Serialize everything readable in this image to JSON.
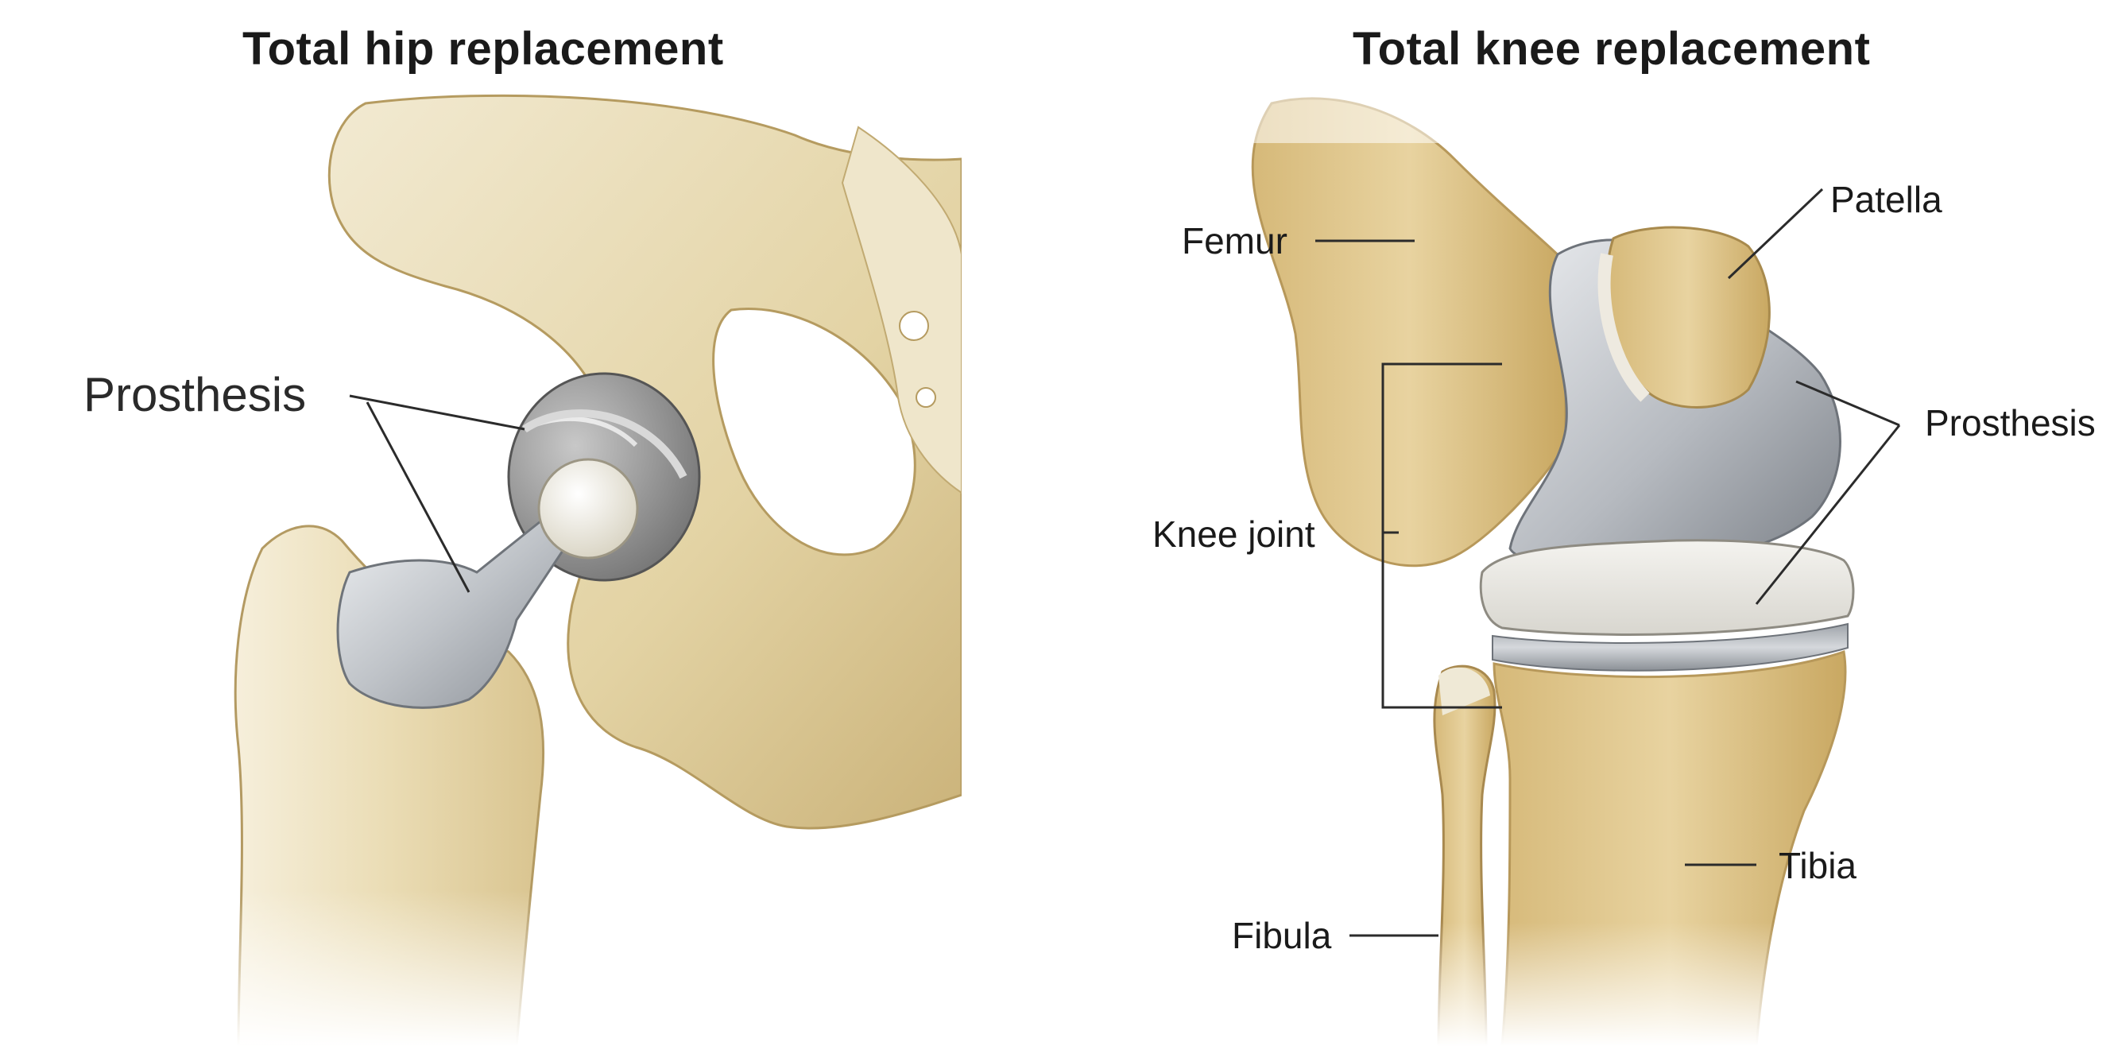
{
  "hip": {
    "title": "Total hip replacement",
    "labels": {
      "prosthesis": "Prosthesis"
    }
  },
  "knee": {
    "title": "Total knee replacement",
    "labels": {
      "femur": "Femur",
      "patella": "Patella",
      "prosthesis": "Prosthesis",
      "knee_joint": "Knee joint",
      "tibia": "Tibia",
      "fibula": "Fibula"
    }
  },
  "colors": {
    "bone": "#e6d3a3",
    "bone_shadow": "#c9ab6c",
    "pelvis": "#ece3c6",
    "metal": "#bfc3c8",
    "metal_dark": "#8d9298",
    "plastic": "#f1f0ea",
    "leader": "#2b2b2b"
  }
}
